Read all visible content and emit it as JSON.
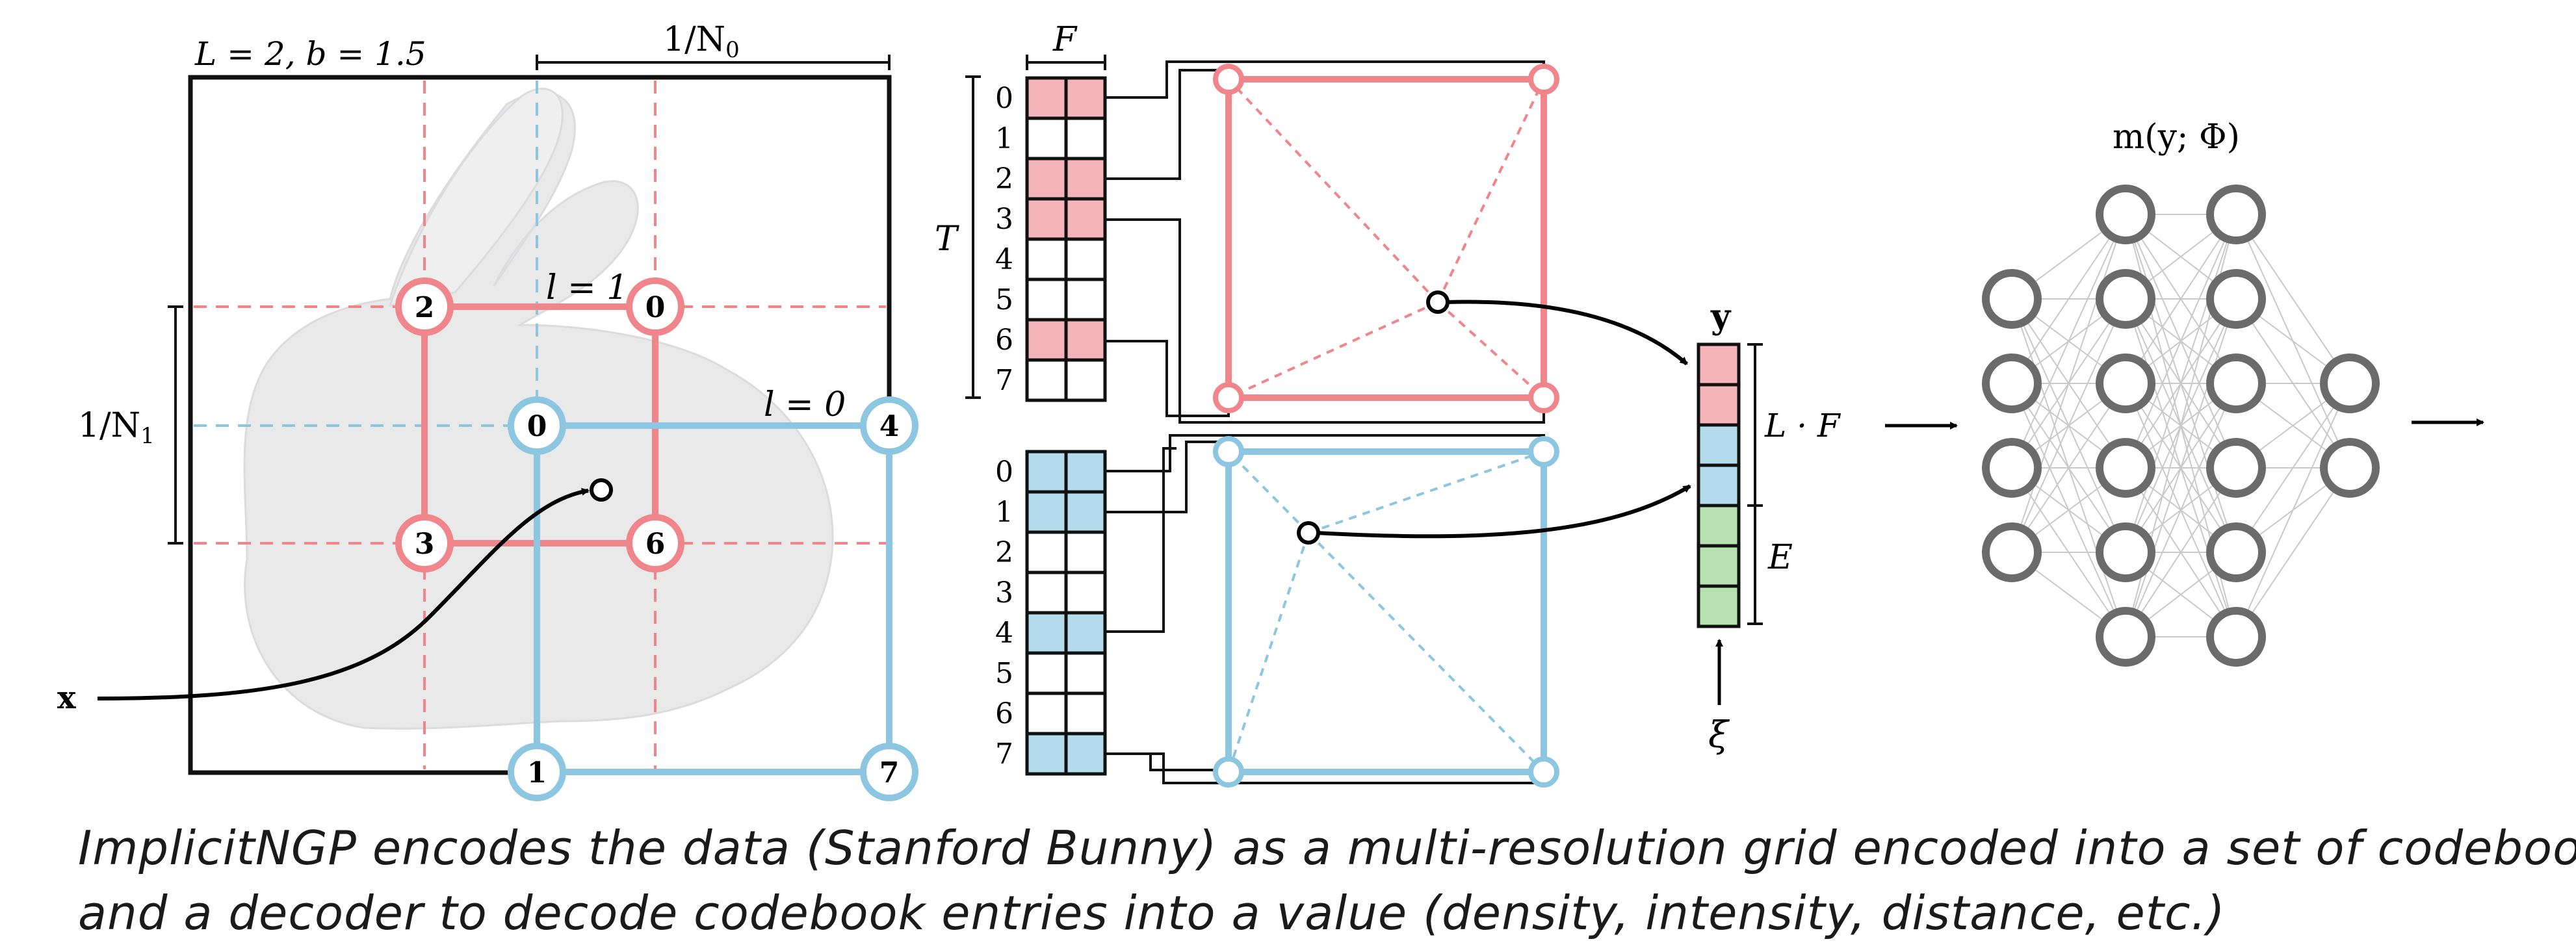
{
  "grid_panel": {
    "params": "L = 2,  b = 1.5",
    "n0_label": "1/N",
    "n0_sub": "0",
    "n1_label": "1/N",
    "n1_sub": "1",
    "level1_label": "l = 1",
    "level0_label": "l = 0",
    "input_label": "x",
    "level1_nodes": [
      "2",
      "0",
      "3",
      "6"
    ],
    "level0_nodes": [
      "0",
      "4",
      "1",
      "7"
    ]
  },
  "hash_tables": {
    "feature_label": "F",
    "table_size_label": "T",
    "indices": [
      "0",
      "1",
      "2",
      "3",
      "4",
      "5",
      "6",
      "7"
    ],
    "level1_filled": [
      0,
      2,
      3,
      6
    ],
    "level0_filled": [
      0,
      1,
      4,
      7
    ]
  },
  "concat": {
    "y_label": "y",
    "lf_label": "L · F",
    "e_label": "E",
    "xi_label": "ξ"
  },
  "mlp": {
    "label": "m(y; Φ)",
    "layers": [
      4,
      6,
      6,
      2
    ]
  },
  "colors": {
    "red": "#f0858c",
    "red_fill": "#f4b3b8",
    "blue": "#8cc6e0",
    "blue_fill": "#b4dcec",
    "green_fill": "#b6e3b0",
    "node_gray": "#6b6b6b"
  },
  "caption": {
    "line1": "ImplicitNGP encodes the data (Stanford Bunny) as a multi-resolution grid encoded into a set of codebooks,",
    "line2": "and a decoder to decode codebook entries into a value (density, intensity, distance, etc.)"
  }
}
